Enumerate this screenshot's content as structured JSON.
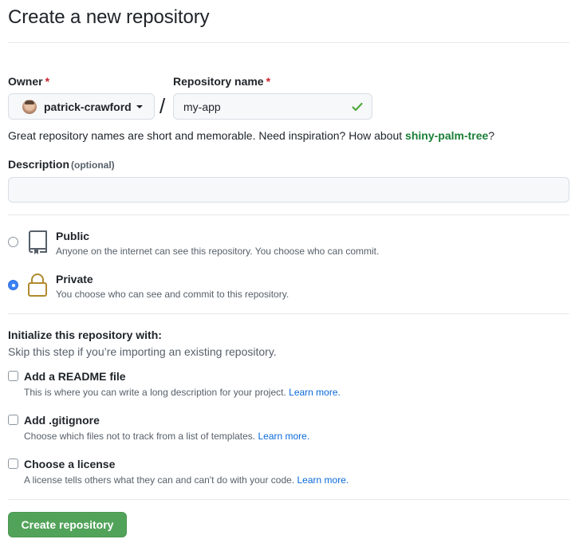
{
  "page": {
    "title": "Create a new repository"
  },
  "owner": {
    "label": "Owner",
    "required_mark": "*",
    "selected": "patrick-crawford"
  },
  "repo_name": {
    "label": "Repository name",
    "required_mark": "*",
    "value": "my-app",
    "valid_icon": "check-icon"
  },
  "separator": "/",
  "hint": {
    "text": "Great repository names are short and memorable. Need inspiration? How about ",
    "suggestion": "shiny-palm-tree",
    "suffix": "?"
  },
  "description": {
    "label": "Description",
    "optional": "(optional)",
    "value": ""
  },
  "visibility": {
    "options": [
      {
        "title": "Public",
        "desc": "Anyone on the internet can see this repository. You choose who can commit.",
        "icon": "repo-book-icon",
        "checked": false
      },
      {
        "title": "Private",
        "desc": "You choose who can see and commit to this repository.",
        "icon": "lock-icon",
        "checked": true
      }
    ]
  },
  "init": {
    "title": "Initialize this repository with:",
    "subtitle": "Skip this step if you’re importing an existing repository.",
    "options": [
      {
        "title": "Add a README file",
        "desc": "This is where you can write a long description for your project. ",
        "link": "Learn more.",
        "checked": false
      },
      {
        "title": "Add .gitignore",
        "desc": "Choose which files not to track from a list of templates. ",
        "link": "Learn more.",
        "checked": false
      },
      {
        "title": "Choose a license",
        "desc": "A license tells others what they can and can't do with your code. ",
        "link": "Learn more.",
        "checked": false
      }
    ]
  },
  "submit": {
    "label": "Create repository",
    "color": "#52a35a"
  },
  "colors": {
    "required": "#cf222e",
    "suggestion": "#1a7f37",
    "link": "#0969da",
    "lock": "#b08a2e",
    "check": "#4fa83d"
  }
}
